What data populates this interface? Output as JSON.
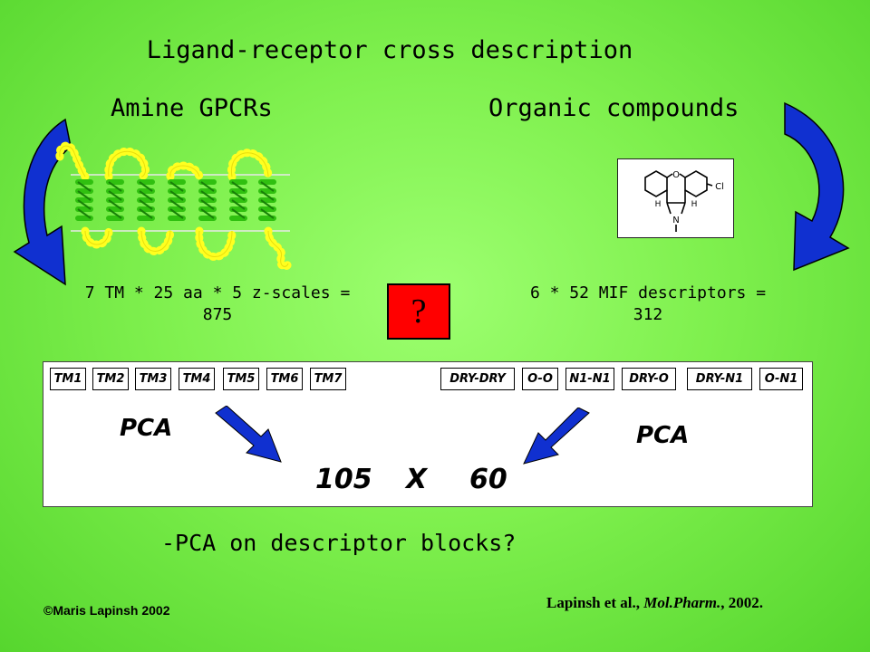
{
  "title": "Ligand-receptor cross description",
  "left_heading": "Amine GPCRs",
  "right_heading": "Organic compounds",
  "left_formula_line1": "7 TM * 25 aa * 5 z-scales =",
  "left_formula_line2": "875",
  "right_formula_line1": "6 * 52 MIF descriptors =",
  "right_formula_line2": "312",
  "question_mark": "?",
  "tm_blocks": [
    "TM1",
    "TM2",
    "TM3",
    "TM4",
    "TM5",
    "TM6",
    "TM7"
  ],
  "mif_blocks": [
    "DRY-DRY",
    "O-O",
    "N1-N1",
    "DRY-O",
    "DRY-N1",
    "O-N1"
  ],
  "pca_label": "PCA",
  "matrix_rows": "105",
  "matrix_times": "X",
  "matrix_cols": "60",
  "question": "-PCA on descriptor blocks?",
  "copyright": "©Maris Lapinsh 2002",
  "reference": {
    "authors": "Lapinsh et al., ",
    "journal": "Mol.Pharm.",
    "year": ", 2002."
  },
  "molecule_atoms": {
    "oxygen": "O",
    "chlorine": "Cl",
    "nitrogen": "N",
    "hydrogen": "H"
  },
  "colors": {
    "background": "#7ff04e",
    "arrow_blue": "#1030d0",
    "helix_green": "#30c010",
    "loop_yellow": "#ffff20",
    "question_box": "#ff0000"
  }
}
